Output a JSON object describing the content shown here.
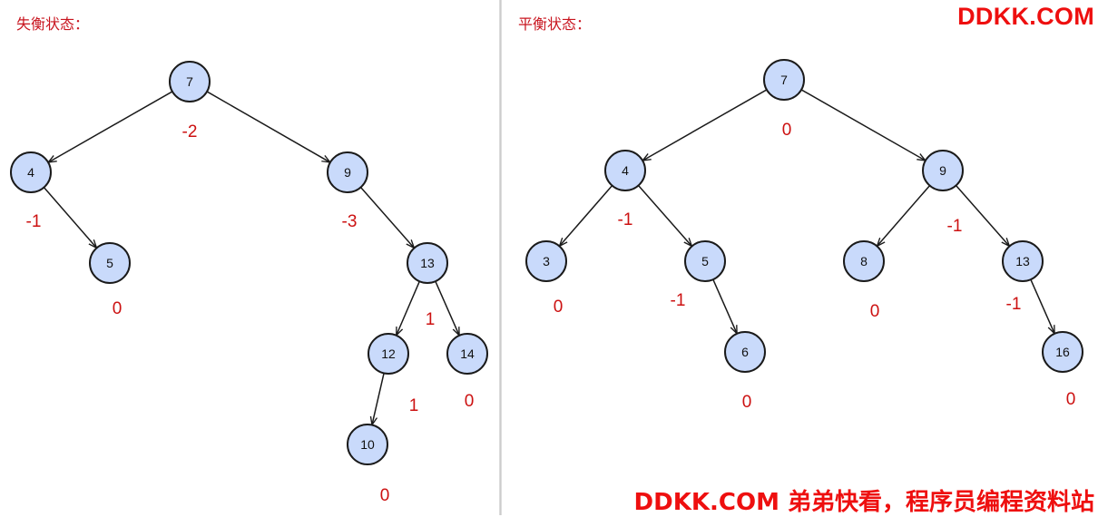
{
  "left_panel": {
    "title": "失衡状态：",
    "nodes": [
      {
        "id": "n7",
        "label": "7",
        "bf": "-2"
      },
      {
        "id": "n4",
        "label": "4",
        "bf": "-1"
      },
      {
        "id": "n9",
        "label": "9",
        "bf": "-3"
      },
      {
        "id": "n5",
        "label": "5",
        "bf": "0"
      },
      {
        "id": "n13",
        "label": "13",
        "bf": "1"
      },
      {
        "id": "n12",
        "label": "12",
        "bf": "1"
      },
      {
        "id": "n14",
        "label": "14",
        "bf": "0"
      },
      {
        "id": "n10",
        "label": "10",
        "bf": "0"
      }
    ],
    "edges": [
      [
        "n7",
        "n4"
      ],
      [
        "n7",
        "n9"
      ],
      [
        "n4",
        "n5"
      ],
      [
        "n9",
        "n13"
      ],
      [
        "n13",
        "n12"
      ],
      [
        "n13",
        "n14"
      ],
      [
        "n12",
        "n10"
      ]
    ]
  },
  "right_panel": {
    "title": "平衡状态：",
    "nodes": [
      {
        "id": "m7",
        "label": "7",
        "bf": "0"
      },
      {
        "id": "m4",
        "label": "4",
        "bf": "-1"
      },
      {
        "id": "m9",
        "label": "9",
        "bf": "-1"
      },
      {
        "id": "m3",
        "label": "3",
        "bf": "0"
      },
      {
        "id": "m5",
        "label": "5",
        "bf": "-1"
      },
      {
        "id": "m8",
        "label": "8",
        "bf": "0"
      },
      {
        "id": "m13",
        "label": "13",
        "bf": "-1"
      },
      {
        "id": "m6",
        "label": "6",
        "bf": "0"
      },
      {
        "id": "m16",
        "label": "16",
        "bf": "0"
      }
    ],
    "edges": [
      [
        "m7",
        "m4"
      ],
      [
        "m7",
        "m9"
      ],
      [
        "m4",
        "m3"
      ],
      [
        "m4",
        "m5"
      ],
      [
        "m9",
        "m8"
      ],
      [
        "m9",
        "m13"
      ],
      [
        "m5",
        "m6"
      ],
      [
        "m13",
        "m16"
      ]
    ]
  },
  "watermark_top": "DDKK.COM",
  "watermark_bottom": "DDKK.COM 弟弟快看，程序员编程资料站",
  "colors": {
    "node_fill": "#c9dafb",
    "node_stroke": "#1a1a1a",
    "balance_factor": "#cc1111",
    "title": "#c8141e",
    "watermark": "#ee0f0f"
  }
}
